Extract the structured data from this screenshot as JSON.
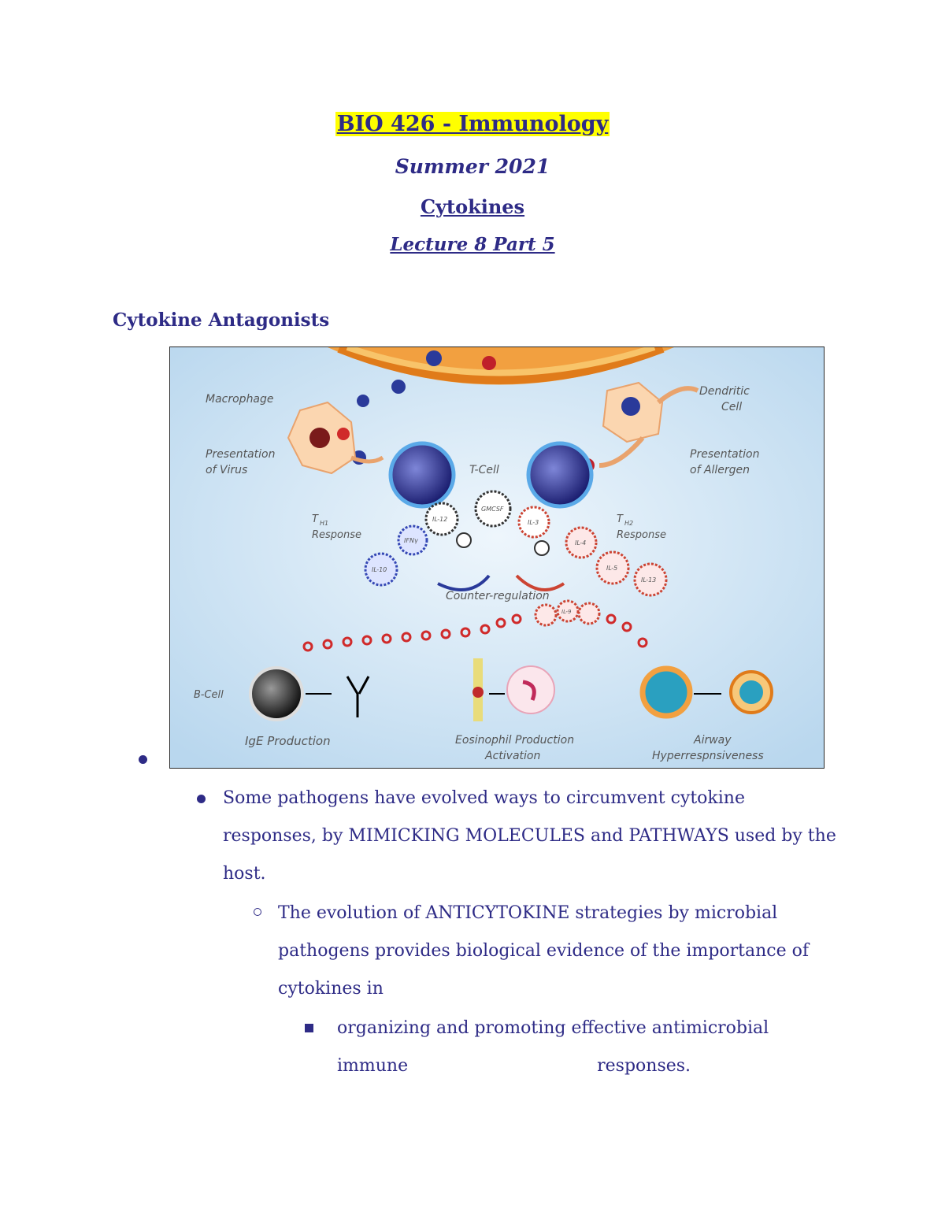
{
  "header": {
    "course": "BIO 426 - Immunology",
    "term": "Summer 2021",
    "topic": "Cytokines",
    "lecture": "Lecture 8 Part 5"
  },
  "section_heading": "Cytokine Antagonists",
  "figure": {
    "labels": {
      "macrophage": "Macrophage",
      "dendritic1": "Dendritic",
      "dendritic2": "Cell",
      "pres_virus1": "Presentation",
      "pres_virus2": "of Virus",
      "tcell": "T-Cell",
      "pres_allergen1": "Presentation",
      "pres_allergen2": "of Allergen",
      "th1": "T",
      "th1_sub": "H1",
      "th1_resp": "Response",
      "th2": "T",
      "th2_sub": "H2",
      "th2_resp": "Response",
      "il12": "IL-12",
      "gmcsf": "GMCSF",
      "il3": "IL-3",
      "ifng": "IFNγ",
      "il4": "IL-4",
      "il10": "IL-10",
      "il5": "IL-5",
      "il13": "IL-13",
      "counter": "Counter-regulation",
      "il9": "IL-9",
      "bcell": "B-Cell",
      "ige": "IgE Production",
      "eos1": "Eosinophil Production",
      "eos2": "Activation",
      "airway1": "Airway",
      "airway2": "Hyperrespnsiveness"
    }
  },
  "bullets": {
    "b1": "Some pathogens have evolved ways to circumvent cytokine responses, by MIMICKING MOLECULES and PATHWAYS used by the host.",
    "b2": "The evolution of  ANTICYTOKINE strategies by  microbial pathogens provides biological evidence of the importance of cytokines in",
    "b3a": "organizing and promoting  effective antimicrobial immune",
    "b3b": "responses."
  }
}
